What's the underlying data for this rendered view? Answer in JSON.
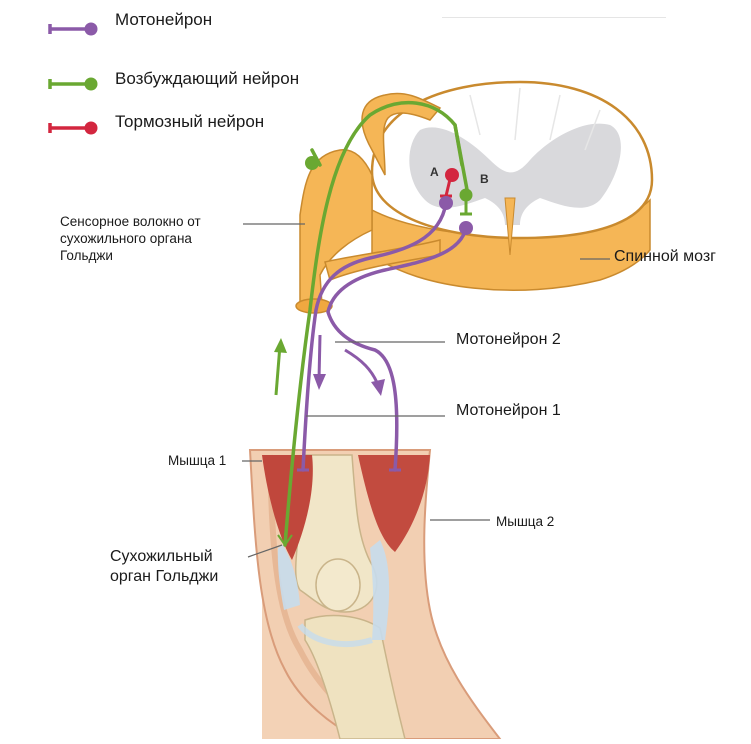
{
  "legend": {
    "motor_neuron": {
      "label": "Мотонейрон",
      "color": "#8b5aa8"
    },
    "excitatory_neuron": {
      "label": "Возбуждающий нейрон",
      "color": "#6aa832"
    },
    "inhibitory_neuron": {
      "label": "Тормозный нейрон",
      "color": "#d3263f"
    }
  },
  "labels": {
    "sensory_fiber": "Сенсорное волокно от сухожильного органа Гольджи",
    "spinal_cord": "Спинной мозг",
    "motor_neuron_2": "Мотонейрон 2",
    "motor_neuron_1": "Мотонейрон 1",
    "muscle_1": "Мышца 1",
    "muscle_2": "Мышца 2",
    "golgi_organ": "Сухожильный орган Гольджи",
    "interneuron_a": "A",
    "interneuron_b": "B"
  },
  "colors": {
    "spinal_tissue": "#f5b656",
    "gray_matter": "#d9d9dc",
    "muscle": "#c0473c",
    "skin": "#f0c9a8",
    "bone": "#efe3c4",
    "tendon": "#bcd7ea"
  }
}
